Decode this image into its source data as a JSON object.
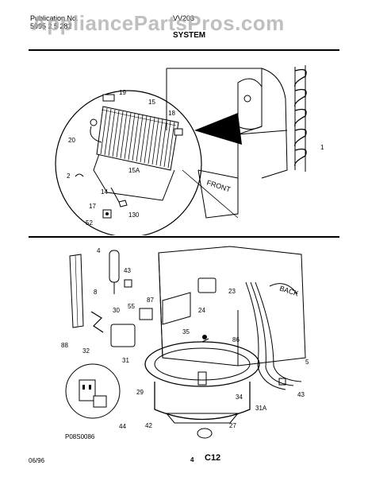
{
  "header": {
    "publication_label": "Publication No.",
    "publication_number": "5995 2 5 282",
    "model": "VV203",
    "section_title": "SYSTEM"
  },
  "watermark": "AppliancePartsPros.com",
  "top_diagram": {
    "front_label": "FRONT",
    "callouts": [
      "19",
      "15",
      "18",
      "20",
      "2",
      "15A",
      "14",
      "17",
      "130",
      "52",
      "1"
    ]
  },
  "bottom_diagram": {
    "back_label": "BACK",
    "callouts": [
      "4",
      "43",
      "8",
      "87",
      "23",
      "55",
      "30",
      "24",
      "88",
      "32",
      "35",
      "86",
      "31",
      "5",
      "29",
      "34",
      "43",
      "31A",
      "44",
      "42",
      "27"
    ],
    "figure_code": "P08S0086"
  },
  "footer": {
    "date": "06/96",
    "page_number": "4",
    "page_code": "C12"
  }
}
